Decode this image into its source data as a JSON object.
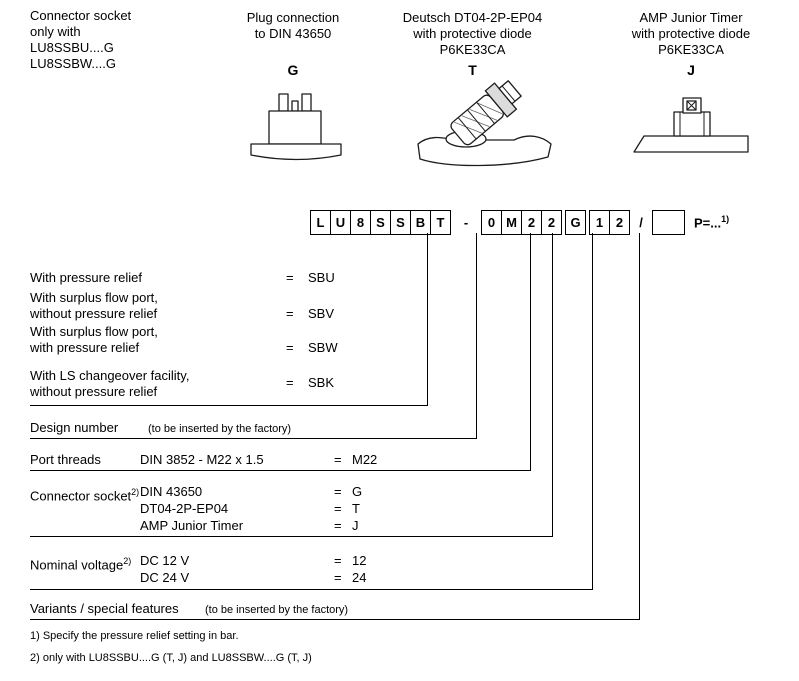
{
  "page": {
    "background": "#ffffff",
    "line_color": "#000000"
  },
  "headers": {
    "connector_socket": {
      "lines": [
        "Connector socket",
        "only with",
        "LU8SSBU....G",
        "LU8SSBW....G"
      ]
    },
    "plug_din": {
      "lines": [
        "Plug connection",
        "to DIN 43650"
      ],
      "code_letter": "G",
      "icon": "din-43650-plug-icon"
    },
    "deutsch": {
      "lines": [
        "Deutsch DT04-2P-EP04",
        "with protective diode",
        "P6KE33CA"
      ],
      "code_letter": "T",
      "icon": "deutsch-connector-icon"
    },
    "amp": {
      "lines": [
        "AMP Junior Timer",
        "with protective diode",
        "P6KE33CA"
      ],
      "code_letter": "J",
      "icon": "amp-junior-timer-icon"
    }
  },
  "order_code": {
    "model_boxes": [
      "L",
      "U",
      "8",
      "S",
      "S",
      "B",
      "T"
    ],
    "dash": "-",
    "spec_boxes": [
      "0",
      "M",
      "2",
      "2",
      "G",
      "1",
      "2"
    ],
    "slash": "/",
    "suffix": "P=...",
    "suffix_sup": "1)"
  },
  "type_options": [
    {
      "line1": "With pressure relief",
      "line2": "",
      "eq": "=",
      "code": "SBU"
    },
    {
      "line1": "With surplus flow port,",
      "line2": "without pressure relief",
      "eq": "=",
      "code": "SBV"
    },
    {
      "line1": "With surplus flow port,",
      "line2": "with pressure relief",
      "eq": "=",
      "code": "SBW"
    },
    {
      "line1": "With LS changeover facility,",
      "line2": "without pressure relief",
      "eq": "=",
      "code": "SBK"
    }
  ],
  "design_number": {
    "label": "Design number",
    "note": "(to be inserted by the factory)"
  },
  "port_threads": {
    "label": "Port threads",
    "spec": "DIN 3852 - M22 x 1.5",
    "eq": "=",
    "code": "M22"
  },
  "connector_socket": {
    "label": "Connector socket",
    "sup": "2)",
    "options": [
      {
        "name": "DIN 43650",
        "eq": "=",
        "code": "G"
      },
      {
        "name": "DT04-2P-EP04",
        "eq": "=",
        "code": "T"
      },
      {
        "name": "AMP Junior Timer",
        "eq": "=",
        "code": "J"
      }
    ]
  },
  "nominal_voltage": {
    "label": "Nominal voltage",
    "sup": "2)",
    "options": [
      {
        "name": "DC 12 V",
        "eq": "=",
        "code": "12"
      },
      {
        "name": "DC 24 V",
        "eq": "=",
        "code": "24"
      }
    ]
  },
  "variants": {
    "label": "Variants / special features",
    "note": "(to be inserted by the factory)"
  },
  "footnotes": [
    "1) Specify the pressure relief setting in bar.",
    "2) only with LU8SSBU....G (T, J) and LU8SSBW....G (T, J)"
  ]
}
